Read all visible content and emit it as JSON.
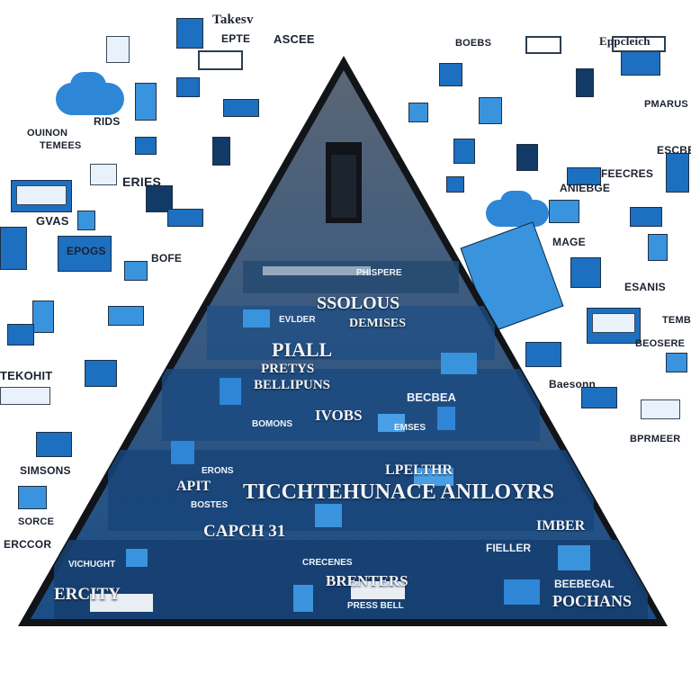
{
  "scene": {
    "background_color": "#ffffff",
    "pyramid_fill_top": "#5b6675",
    "pyramid_fill_bottom": "#1b4d86",
    "pyramid_border": "#111418",
    "accent_blue": "#1d6fc0",
    "light_blue": "#3a93dd",
    "dark_blue": "#123a66"
  },
  "pyramid": {
    "headline": "TICCHTEHUNACE ANILOYRS",
    "labels": {
      "a": "SSOLOUS",
      "b": "DEMISES",
      "c": "PIALL",
      "d": "PRETYS",
      "e": "BELLIPUNS",
      "f": "IVOBS",
      "g": "CAPCH 31",
      "h": "APIT",
      "i": "ERCITY",
      "j": "BRENTERS",
      "k": "POCHANS",
      "l": "IMBER",
      "m": "LPELTHR",
      "n": "PHISPERE",
      "o": "ERONS",
      "p": "BOSTES",
      "q": "CRECENES",
      "r": "PRESS BELL",
      "s": "VICHUGHT",
      "t": "BECBEA",
      "u": "EMSES",
      "v": "FIELLER",
      "w": "BEEBEGAL",
      "x": "EVLDER",
      "y": "BOMONS"
    }
  },
  "left_cluster": {
    "labels": {
      "a": "Takesv",
      "b": "EPTE",
      "c": "ASCEE",
      "d": "OUINON",
      "e": "TEMEES",
      "f": "ERIES",
      "g": "GVAS",
      "h": "EPOGS",
      "i": "TEKOHIT",
      "j": "SIMSONS",
      "k": "ERCCOR",
      "l": "SORCE",
      "m": "RIDS",
      "n": "BOFE"
    }
  },
  "right_cluster": {
    "labels": {
      "a": "Eppcleich",
      "b": "BOEBS",
      "c": "ANIEBGE",
      "d": "FEECRES",
      "e": "MAGE",
      "f": "ESANIS",
      "g": "BEOSERE",
      "h": "Baesonn",
      "i": "BPRMEER",
      "j": "TEMBLE",
      "k": "ESCBE",
      "l": "PMARUS"
    }
  }
}
